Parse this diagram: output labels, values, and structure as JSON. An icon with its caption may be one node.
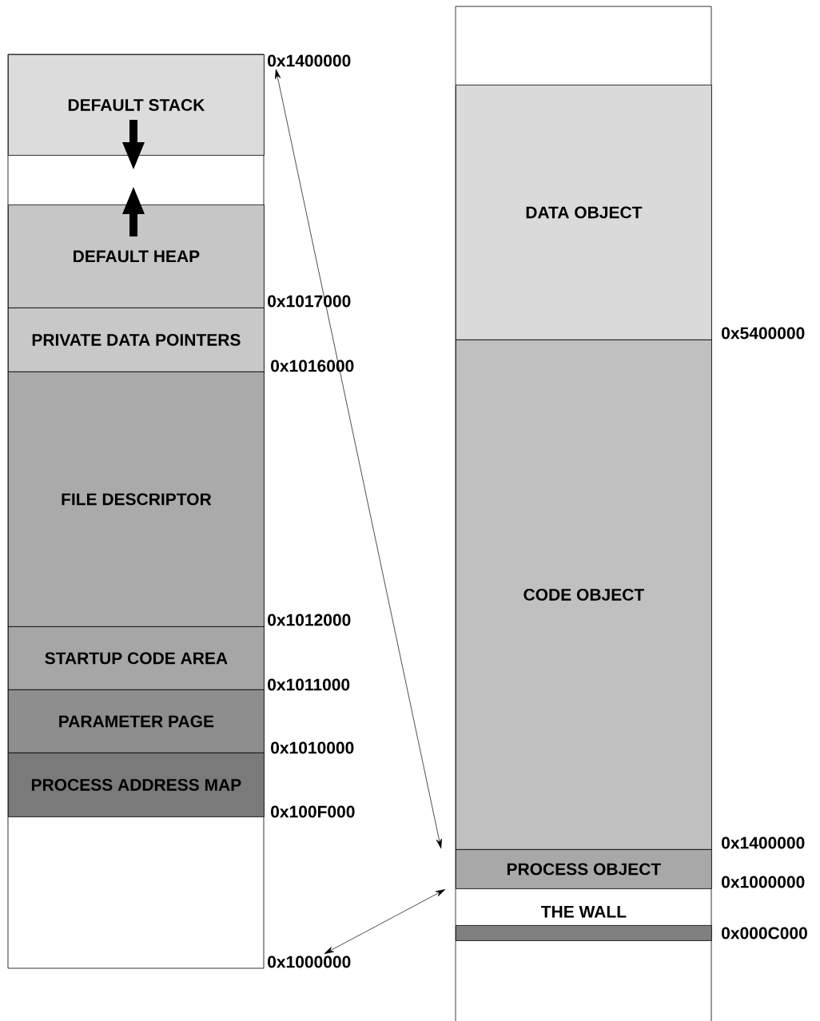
{
  "diagram": {
    "nodes": [
      {
        "text": [
          "DEFAULT STACK"
        ]
      },
      {
        "text": [
          "DEFAULT HEAP"
        ]
      },
      {
        "text": [
          "PRIVATE DATA POINTERS"
        ]
      },
      {
        "text": [
          "FILE DESCRIPTOR"
        ]
      },
      {
        "text": [
          "STARTUP CODE AREA"
        ]
      },
      {
        "text": [
          "PARAMETER PAGE"
        ]
      },
      {
        "text": [
          "PROCESS ADDRESS MAP"
        ]
      },
      {
        "text": [
          "0x1400000"
        ]
      },
      {
        "text": [
          "0x1000000"
        ]
      },
      {
        "text": [
          "DATA OBJECT"
        ]
      },
      {
        "text": [
          "CODE OBJECT"
        ]
      },
      {
        "text": [
          "PROCESS OBJECT"
        ]
      },
      {
        "text": [
          "THE WALL"
        ]
      }
    ],
    "edges": [
      {
        "from": 7,
        "to": 11,
        "arrow": "both"
      },
      {
        "from": 8,
        "to": 11,
        "arrow": "both"
      }
    ],
    "labels": [
      "0x1017000",
      "0x1016000",
      "0x1012000",
      "0x1011000",
      "0x1010000",
      "0x100F000",
      "0x5400000",
      "0x1400000",
      "0x1000000",
      "0x000C000"
    ]
  }
}
